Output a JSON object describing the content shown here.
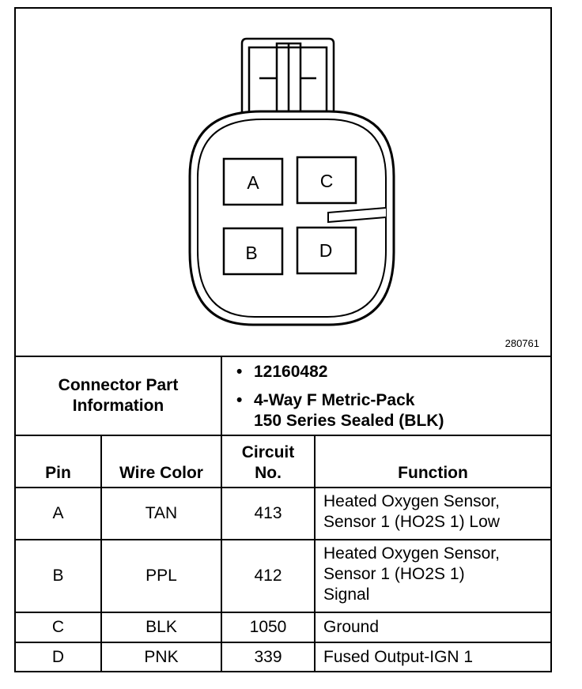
{
  "diagram": {
    "figure_number": "280761",
    "cavities": [
      {
        "id": "A",
        "label": "A"
      },
      {
        "id": "B",
        "label": "B"
      },
      {
        "id": "C",
        "label": "C"
      },
      {
        "id": "D",
        "label": "D"
      }
    ]
  },
  "connector_info": {
    "label_line1": "Connector Part",
    "label_line2": "Information",
    "bullet": "•",
    "items": [
      {
        "line1": "12160482",
        "line2": ""
      },
      {
        "line1": "4-Way F Metric-Pack",
        "line2": "150 Series Sealed (BLK)"
      }
    ]
  },
  "table": {
    "headers": {
      "pin": "Pin",
      "wire_color": "Wire Color",
      "circuit_line1": "Circuit",
      "circuit_line2": "No.",
      "function": "Function"
    },
    "rows": [
      {
        "pin": "A",
        "wire_color": "TAN",
        "circuit": "413",
        "function_lines": [
          "Heated Oxygen Sensor,",
          "Sensor 1 (HO2S 1) Low"
        ]
      },
      {
        "pin": "B",
        "wire_color": "PPL",
        "circuit": "412",
        "function_lines": [
          "Heated Oxygen Sensor,",
          "Sensor 1 (HO2S 1)",
          "Signal"
        ]
      },
      {
        "pin": "C",
        "wire_color": "BLK",
        "circuit": "1050",
        "function_lines": [
          "Ground"
        ]
      },
      {
        "pin": "D",
        "wire_color": "PNK",
        "circuit": "339",
        "function_lines": [
          "Fused Output-IGN 1"
        ]
      }
    ]
  }
}
